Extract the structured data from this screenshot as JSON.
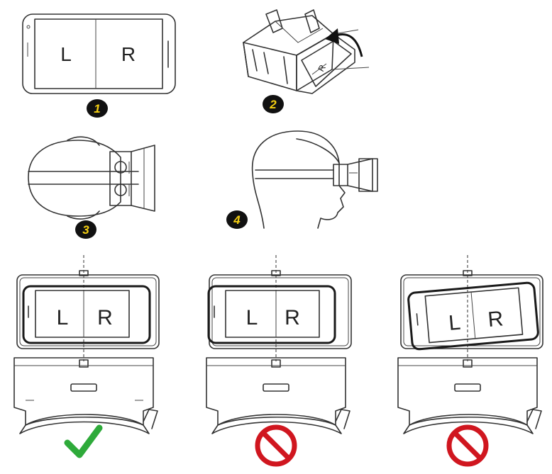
{
  "steps": [
    {
      "number": "1",
      "left_label": "L",
      "right_label": "R"
    },
    {
      "number": "2",
      "screen_label": "R"
    },
    {
      "number": "3"
    },
    {
      "number": "4"
    }
  ],
  "placements": [
    {
      "left_label": "L",
      "right_label": "R",
      "status": "correct",
      "status_icon": "checkmark-icon"
    },
    {
      "left_label": "L",
      "right_label": "R",
      "status": "incorrect",
      "status_icon": "prohibited-icon"
    },
    {
      "left_label": "L",
      "right_label": "R",
      "status": "incorrect",
      "status_icon": "prohibited-icon"
    }
  ],
  "colors": {
    "badge_fill": "#111111",
    "badge_text": "#f4cf12",
    "check": "#2eaa3a",
    "prohibited": "#d0161f",
    "line": "#333333"
  }
}
